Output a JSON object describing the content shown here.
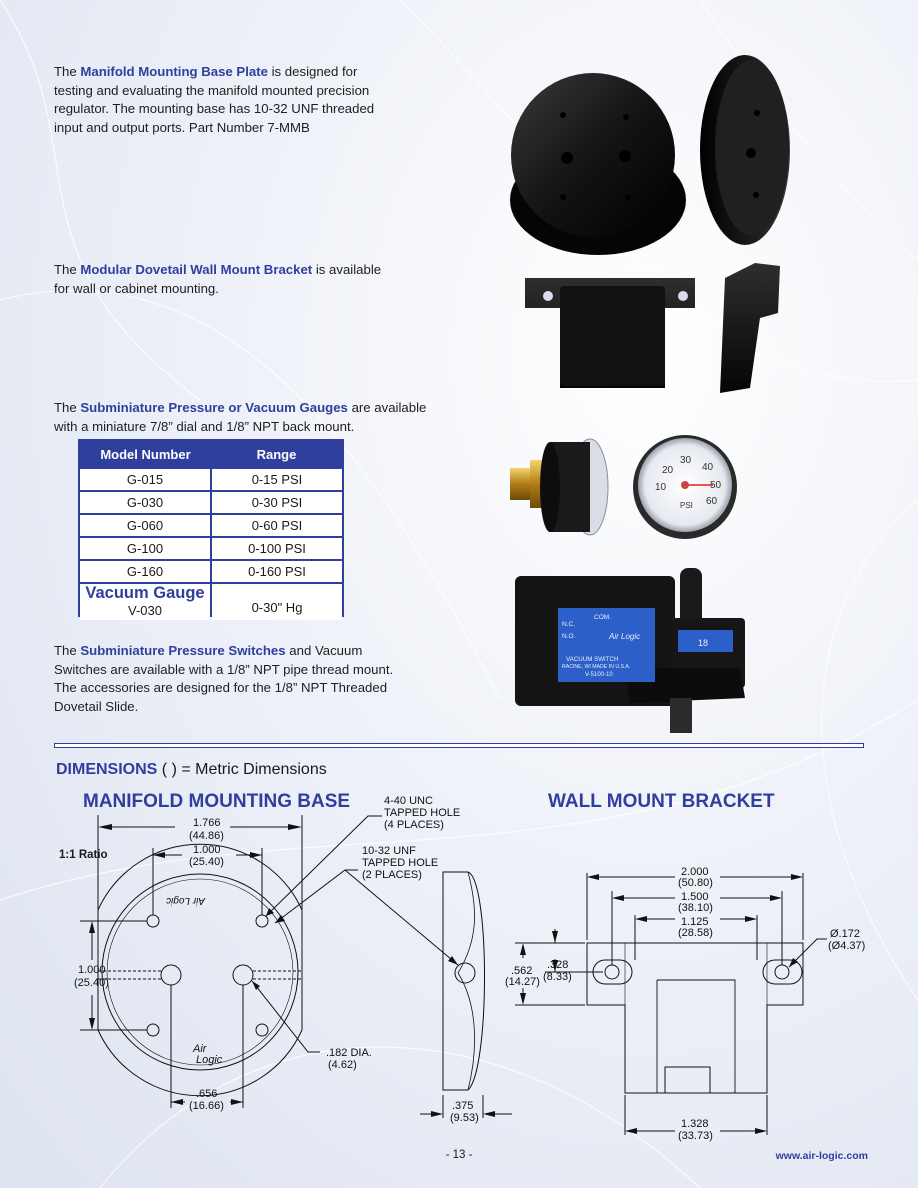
{
  "intro": {
    "p1_pre": "The ",
    "p1_bold": "Manifold Mounting Base Plate",
    "p1_post": " is designed for testing and evaluating the manifold mounted precision regulator. The mounting base has 10-32 UNF threaded input and output ports. Part Number 7-MMB",
    "p2_pre": "The ",
    "p2_bold": "Modular Dovetail Wall Mount Bracket",
    "p2_post": " is available for wall or cabinet mounting.",
    "p3_pre": "The ",
    "p3_bold": "Subminiature Pressure or Vacuum Gauges",
    "p3_post": " are available with a miniature 7/8” dial and 1/8” NPT back mount.",
    "p4_pre": "The ",
    "p4_bold": "Subminiature Pressure Switches",
    "p4_post": " and Vacuum Switches are available with a 1/8” NPT pipe thread mount. The accessories are designed for the 1/8” NPT Threaded Dovetail Slide."
  },
  "gauge_table": {
    "headers": [
      "Model Number",
      "Range"
    ],
    "rows": [
      [
        "G-015",
        "0-15 PSI"
      ],
      [
        "G-030",
        "0-30 PSI"
      ],
      [
        "G-060",
        "0-60 PSI"
      ],
      [
        "G-100",
        "0-100 PSI"
      ],
      [
        "G-160",
        "0-160 PSI"
      ]
    ],
    "vacuum_title": "Vacuum Gauge",
    "vacuum_model": "V-030",
    "vacuum_range": "0-30\" Hg"
  },
  "switch_label": {
    "com": "COM.",
    "nc": "N.C.",
    "no": "N.O.",
    "logo": "Air Logic",
    "l1": "VACUUM SWITCH",
    "l2": "RACINE, WI MADE IN U.S.A.",
    "l3": "V-5100-10",
    "tag": "18"
  },
  "gauge_dial": {
    "n20": "20",
    "n30": "30",
    "n40": "40",
    "n10": "10",
    "n50": "50",
    "n60": "60",
    "unit": "PSI"
  },
  "dimensions": {
    "heading": "DIMENSIONS",
    "heading_rest": "(   ) = Metric Dimensions",
    "ratio": "1:1 Ratio",
    "manifold_title": "MANIFOLD MOUNTING BASE",
    "wall_title": "WALL MOUNT BRACKET",
    "m_1766": "1.766",
    "m_4486": "(44.86)",
    "m_1000a": "1.000",
    "m_2540a": "(25.40)",
    "m_1000b": "1.000",
    "m_2540b": "(25.40)",
    "m_440_1": "4-40 UNC",
    "m_440_2": "TAPPED HOLE",
    "m_440_3": "(4 PLACES)",
    "m_1032_1": "10-32 UNF",
    "m_1032_2": "TAPPED HOLE",
    "m_1032_3": "(2 PLACES)",
    "m_182": ".182 DIA.",
    "m_462": "(4.62)",
    "m_656": ".656",
    "m_1666": "(16.66)",
    "m_375": ".375",
    "m_953": "(9.53)",
    "logo_top": "Air Logic",
    "logo_a": "Air",
    "logo_l": "Logic",
    "w_2000": "2.000",
    "w_5080": "(50.80)",
    "w_1500": "1.500",
    "w_3810": "(38.10)",
    "w_1125": "1.125",
    "w_2858": "(28.58)",
    "w_172": "Ø.172",
    "w_437": "(Ø4.37)",
    "w_562": ".562",
    "w_1427": "(14.27)",
    "w_328": ".328",
    "w_833": "(8.33)",
    "w_1328": "1.328",
    "w_3373": "(33.73)"
  },
  "footer": {
    "page": "- 13 -",
    "url": "www.air-logic.com"
  }
}
